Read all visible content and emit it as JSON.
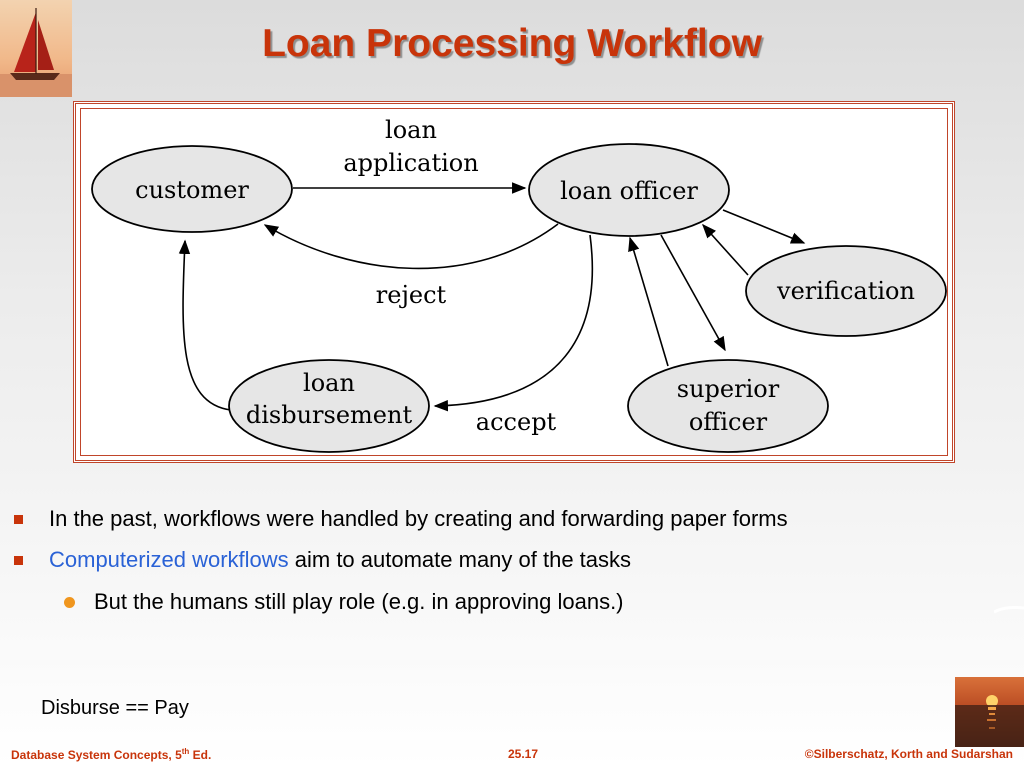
{
  "title": "Loan Processing Workflow",
  "diagram": {
    "nodes": {
      "customer": "customer",
      "loan_officer": "loan officer",
      "verification": "verification",
      "loan_disbursement": [
        "loan",
        "disbursement"
      ],
      "superior_officer": [
        "superior",
        "officer"
      ]
    },
    "edge_labels": {
      "loan_application": [
        "loan",
        "application"
      ],
      "reject": "reject",
      "accept": "accept"
    }
  },
  "bullets": [
    {
      "text": "In the past, workflows were handled by creating and forwarding paper forms"
    },
    {
      "highlight": "Computerized workflows",
      "text": " aim to automate many of the tasks"
    },
    {
      "text": "But the humans still play role (e.g. in approving loans.)"
    }
  ],
  "note": "Disburse == Pay",
  "footer": {
    "left": "Database System Concepts, 5",
    "left_sup": "th",
    "left_suffix": " Ed.",
    "center": "25.17",
    "right": "©Silberschatz, Korth and Sudarshan"
  },
  "colors": {
    "title": "#c8340a",
    "frame": "#c0452a",
    "highlight": "#2a62d6",
    "bullet_square": "#c8340a",
    "bullet_dot": "#f0961e"
  }
}
